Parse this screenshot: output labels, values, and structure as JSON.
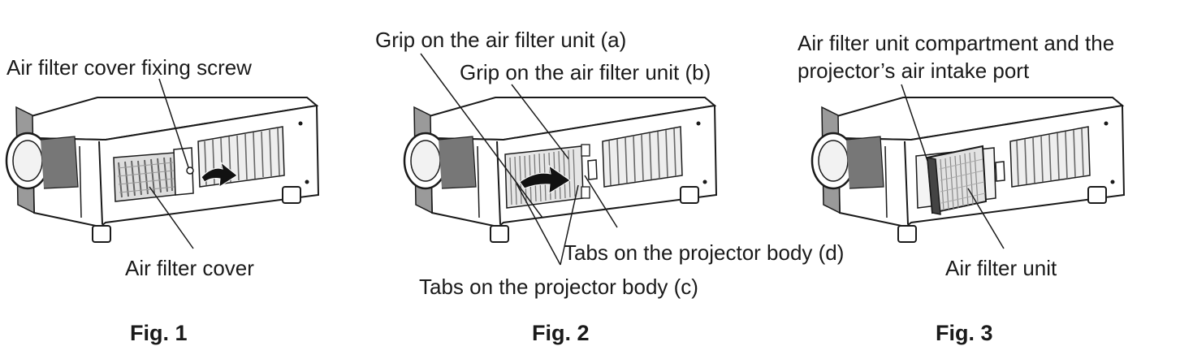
{
  "figures": [
    {
      "caption": "Fig. 1",
      "callouts": {
        "screw": "Air filter cover fixing screw",
        "cover": "Air filter cover"
      }
    },
    {
      "caption": "Fig. 2",
      "callouts": {
        "grip_a": "Grip on the air filter unit (a)",
        "grip_b": "Grip on the air filter unit (b)",
        "tabs_d": "Tabs on the projector body (d)",
        "tabs_c": "Tabs on the projector body (c)"
      }
    },
    {
      "caption": "Fig. 3",
      "callouts": {
        "compartment_line1": "Air filter unit compartment and the",
        "compartment_line2": "projector’s air intake port",
        "unit": "Air filter unit"
      }
    }
  ],
  "colors": {
    "ink": "#1a1a1a",
    "body_fill": "#ffffff",
    "grille": "#7a7a7a",
    "arrow": "#111111"
  }
}
